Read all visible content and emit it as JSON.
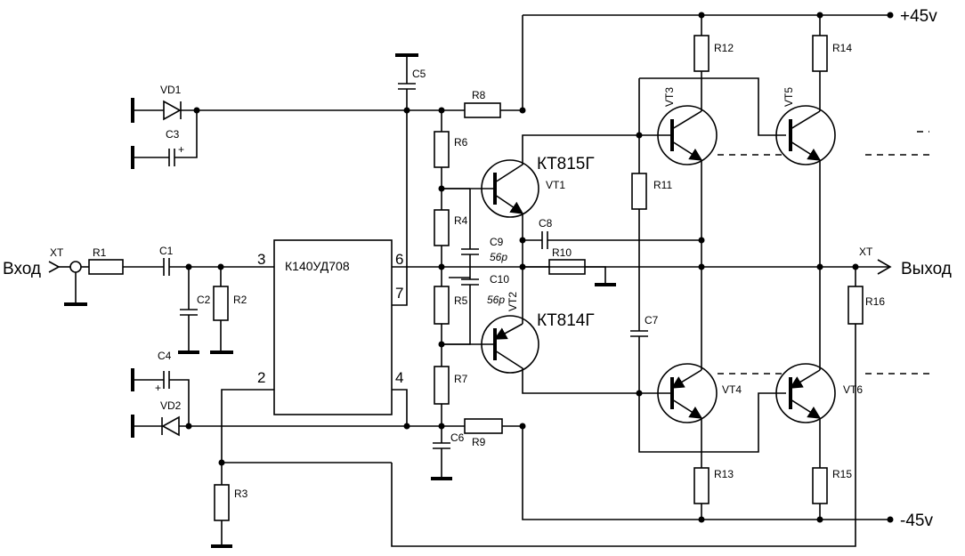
{
  "terminals": {
    "input": "Вход",
    "output": "Выход",
    "input_xt": "XT",
    "output_xt": "XT",
    "vplus": "+45v",
    "vminus": "-45v"
  },
  "ic": {
    "name": "К140УД708",
    "pins": {
      "p3": "3",
      "p6": "6",
      "p7": "7",
      "p2": "2",
      "p4": "4"
    }
  },
  "transistors": {
    "vt1": "VT1",
    "vt1_type": "КТ815Г",
    "vt2": "VT2",
    "vt2_type": "КТ814Г",
    "vt3": "VT3",
    "vt4": "VT4",
    "vt5": "VT5",
    "vt6": "VT6"
  },
  "resistors": {
    "r1": "R1",
    "r2": "R2",
    "r3": "R3",
    "r4": "R4",
    "r5": "R5",
    "r6": "R6",
    "r7": "R7",
    "r8": "R8",
    "r9": "R9",
    "r10": "R10",
    "r11": "R11",
    "r12": "R12",
    "r13": "R13",
    "r14": "R14",
    "r15": "R15",
    "r16": "R16"
  },
  "capacitors": {
    "c1": "C1",
    "c2": "C2",
    "c3": "C3",
    "c4": "C4",
    "c5": "C5",
    "c6": "C6",
    "c7": "C7",
    "c8": "C8",
    "c9": "C9",
    "c10": "C10",
    "c9_value": "56p",
    "c10_value": "56p",
    "plus": "+"
  },
  "diodes": {
    "vd1": "VD1",
    "vd2": "VD2"
  }
}
